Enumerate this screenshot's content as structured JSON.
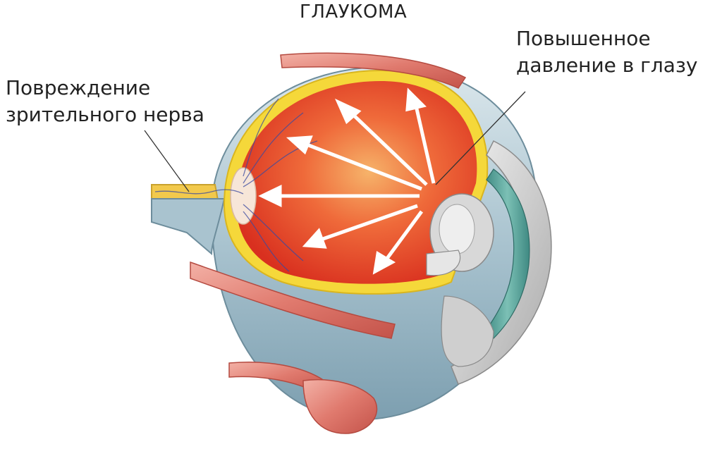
{
  "title": "ГЛАУКОМА",
  "labels": {
    "optic_nerve_damage": [
      "Повреждение",
      "зрительного нерва"
    ],
    "increased_pressure": [
      "Повышенное",
      "давление в глазу"
    ]
  },
  "colors": {
    "eyeball_interior": "#e8452b",
    "retina_yellow": "#f5d83a",
    "sclera_blue": "#a9c3cf",
    "muscle": "#e07a6e",
    "lens_teal": "#5a9d95",
    "arrow_fill": "#ffffff",
    "vessel": "#3b4aa0"
  }
}
